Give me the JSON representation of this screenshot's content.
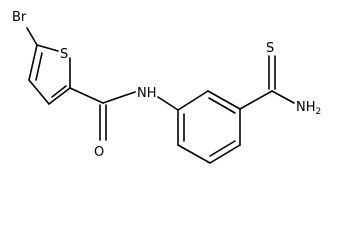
{
  "diagram": {
    "type": "chemical-structure",
    "atoms": {
      "br": "Br",
      "s_ring": "S",
      "o": "O",
      "nh": "NH",
      "s_thio": "S",
      "nh2_base": "NH",
      "nh2_sub": "2"
    },
    "colors": {
      "bond": "#000000",
      "label": "#000000",
      "background": "#ffffff"
    }
  }
}
